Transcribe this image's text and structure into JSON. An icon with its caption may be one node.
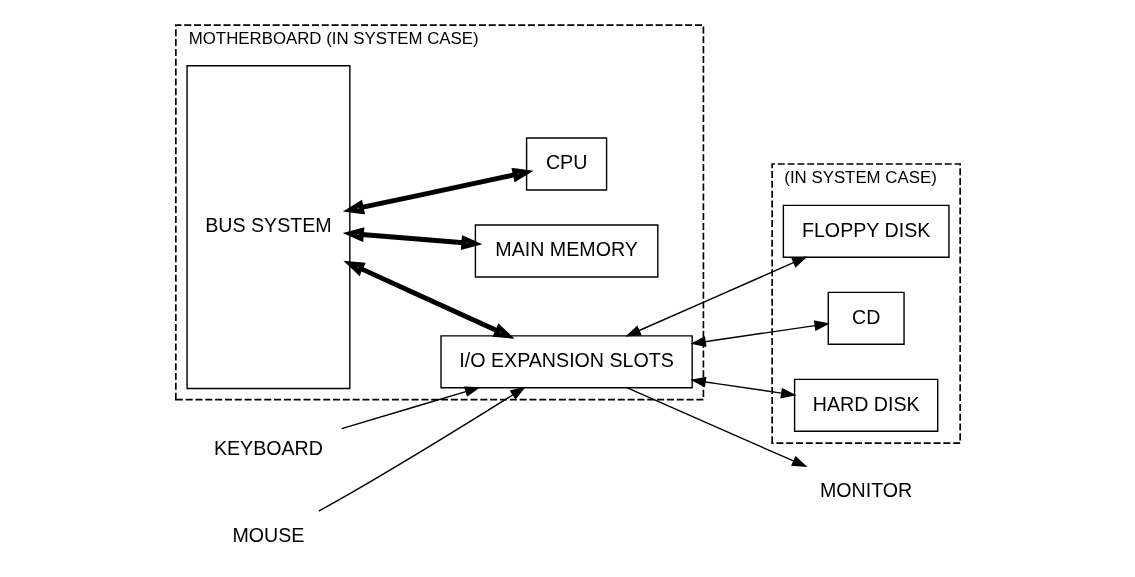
{
  "diagram": {
    "nodes": [
      {
        "text": [
          "MOTHERBOARD (IN SYSTEM CASE)"
        ]
      },
      {
        "text": [
          "BUS SYSTEM"
        ],
        "in": 0
      },
      {
        "text": [
          "CPU"
        ],
        "in": 0
      },
      {
        "text": [
          "MAIN MEMORY"
        ],
        "in": 0
      },
      {
        "text": [
          "I/O EXPANSION SLOTS"
        ],
        "in": 0
      },
      {
        "text": [
          "(IN SYSTEM CASE)"
        ]
      },
      {
        "text": [
          "FLOPPY DISK"
        ],
        "in": 5
      },
      {
        "text": [
          "CD"
        ],
        "in": 5
      },
      {
        "text": [
          "HARD DISK"
        ],
        "in": 5
      },
      {
        "text": [
          "KEYBOARD"
        ]
      },
      {
        "text": [
          "MONITOR"
        ]
      },
      {
        "text": [
          "MOUSE"
        ]
      }
    ],
    "edges": [
      {
        "from": 1,
        "to": 2,
        "arrow": "both",
        "style": "thick"
      },
      {
        "from": 1,
        "to": 3,
        "arrow": "both",
        "style": "thick"
      },
      {
        "from": 1,
        "to": 4,
        "arrow": "both",
        "style": "thick"
      },
      {
        "from": 4,
        "to": 6,
        "arrow": "both"
      },
      {
        "from": 4,
        "to": 7,
        "arrow": "both"
      },
      {
        "from": 4,
        "to": 8,
        "arrow": "both"
      },
      {
        "from": 9,
        "to": 4,
        "arrow": "to"
      },
      {
        "from": 4,
        "to": 10,
        "arrow": "to"
      },
      {
        "from": 11,
        "to": 4,
        "arrow": "to"
      }
    ]
  }
}
